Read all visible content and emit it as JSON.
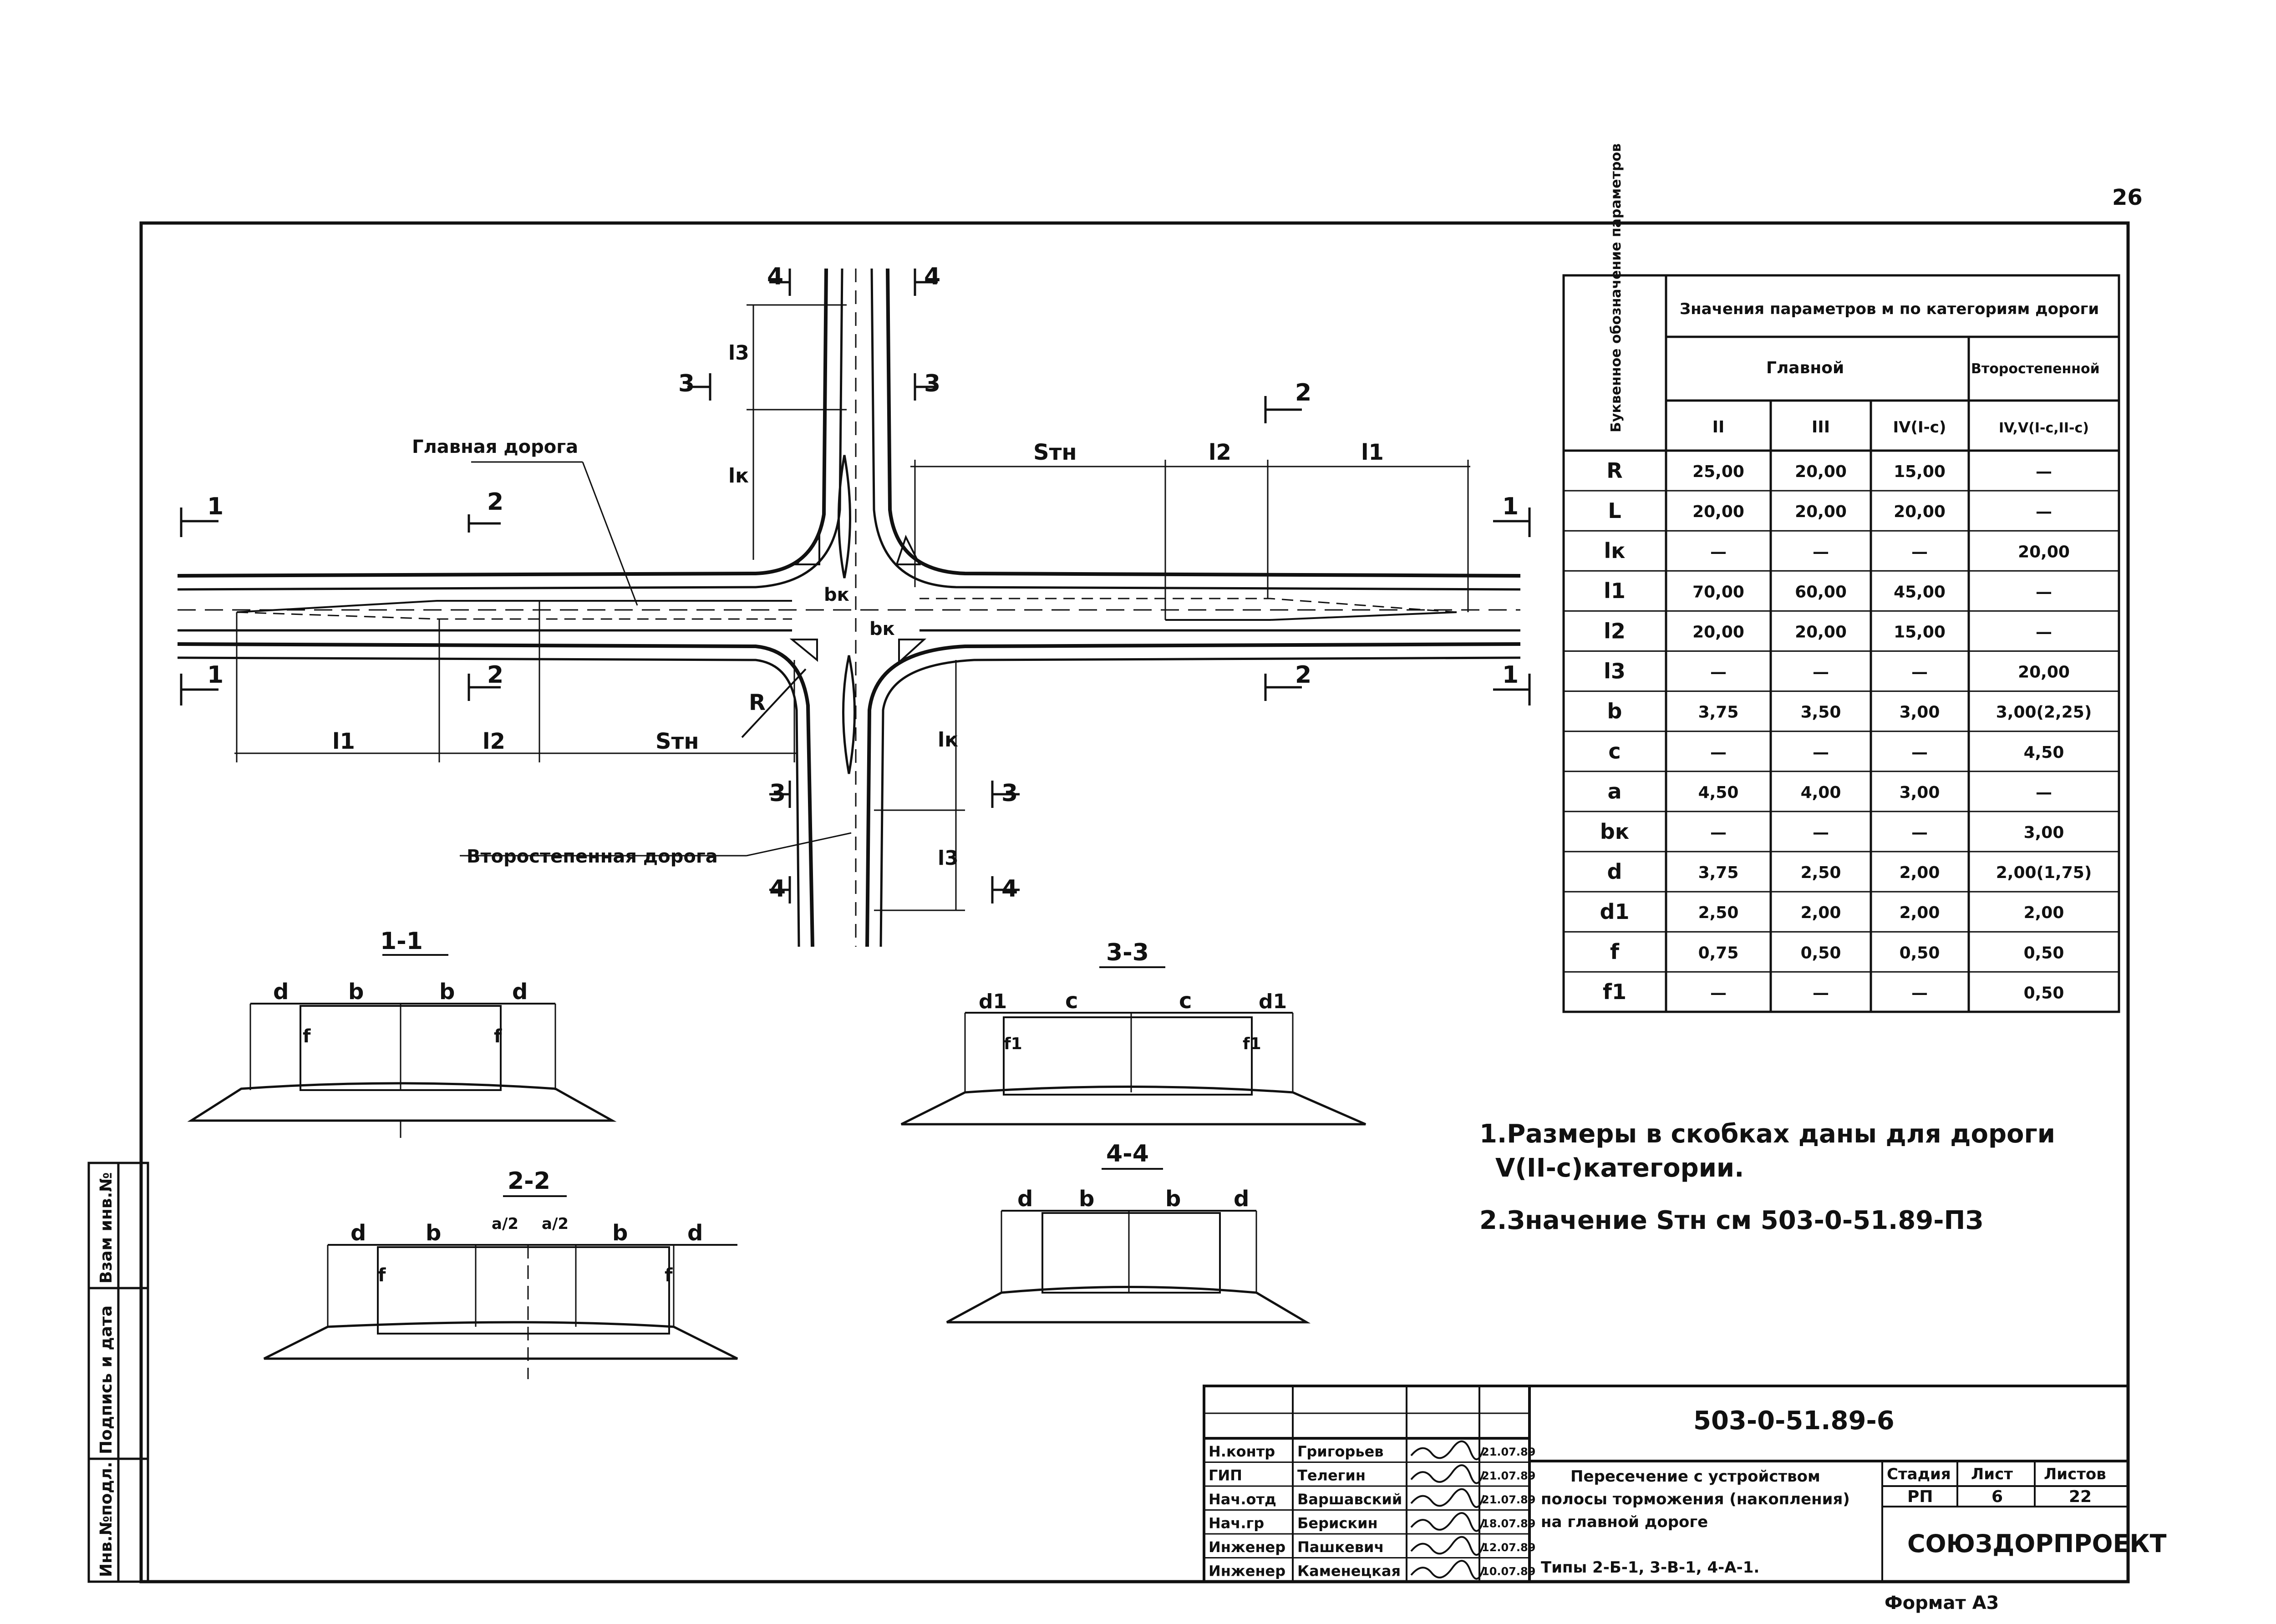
{
  "page_number": "26",
  "plan": {
    "main_road_label": "Главная дорога",
    "secondary_road_label": "Второстепенная дорога",
    "dims": {
      "l1": "l1",
      "l2": "l2",
      "stn": "Sтн",
      "lk": "lк",
      "l3": "l3",
      "bk": "bк",
      "r": "R"
    },
    "section_marks": {
      "s1": "1",
      "s2": "2",
      "s3": "3",
      "s4": "4"
    }
  },
  "table": {
    "col0_header": "Буквенное обозначение параметров",
    "group_header": "Значения параметров м по категориям дороги",
    "main_header": "Главной",
    "secondary_header": "Второстепенной",
    "cat_headers": [
      "II",
      "III",
      "IV(I-с)",
      "IV,V(I-с,II-с)"
    ],
    "rows": [
      {
        "param": "R",
        "v": [
          "25,00",
          "20,00",
          "15,00",
          "—"
        ]
      },
      {
        "param": "L",
        "v": [
          "20,00",
          "20,00",
          "20,00",
          "—"
        ]
      },
      {
        "param": "lк",
        "v": [
          "—",
          "—",
          "—",
          "20,00"
        ]
      },
      {
        "param": "l1",
        "v": [
          "70,00",
          "60,00",
          "45,00",
          "—"
        ]
      },
      {
        "param": "l2",
        "v": [
          "20,00",
          "20,00",
          "15,00",
          "—"
        ]
      },
      {
        "param": "l3",
        "v": [
          "—",
          "—",
          "—",
          "20,00"
        ]
      },
      {
        "param": "b",
        "v": [
          "3,75",
          "3,50",
          "3,00",
          "3,00(2,25)"
        ]
      },
      {
        "param": "c",
        "v": [
          "—",
          "—",
          "—",
          "4,50"
        ]
      },
      {
        "param": "a",
        "v": [
          "4,50",
          "4,00",
          "3,00",
          "—"
        ]
      },
      {
        "param": "bк",
        "v": [
          "—",
          "—",
          "—",
          "3,00"
        ]
      },
      {
        "param": "d",
        "v": [
          "3,75",
          "2,50",
          "2,00",
          "2,00(1,75)"
        ]
      },
      {
        "param": "d1",
        "v": [
          "2,50",
          "2,00",
          "2,00",
          "2,00"
        ]
      },
      {
        "param": "f",
        "v": [
          "0,75",
          "0,50",
          "0,50",
          "0,50"
        ]
      },
      {
        "param": "f1",
        "v": [
          "—",
          "—",
          "—",
          "0,50"
        ]
      }
    ]
  },
  "notes": [
    "1.Размеры в скобках даны для дороги",
    "V(II-с)категории.",
    "2.Значение Sтн  см 503-0-51.89-ПЗ"
  ],
  "sections": {
    "s11": {
      "title": "1-1",
      "labels": [
        "d",
        "b",
        "b",
        "d",
        "f",
        "f"
      ]
    },
    "s22": {
      "title": "2-2",
      "labels": [
        "d",
        "b",
        "a/2",
        "a/2",
        "b",
        "d",
        "f",
        "f"
      ]
    },
    "s33": {
      "title": "3-3",
      "labels": [
        "d1",
        "c",
        "c",
        "d1",
        "f1",
        "f1"
      ]
    },
    "s44": {
      "title": "4-4",
      "labels": [
        "d",
        "b",
        "b",
        "d"
      ]
    }
  },
  "side_stamp": [
    "Инв.№подл.",
    "Подпись и дата",
    "Взам инв.№"
  ],
  "title_block": {
    "code": "503-0-51.89-6",
    "title_lines": [
      "Пересечение с устройством",
      "полосы торможения (накопления)",
      "на главной дороге",
      "Типы 2-Б-1, 3-В-1, 4-А-1."
    ],
    "stage_header": [
      "Стадия",
      "Лист",
      "Листов"
    ],
    "stage_values": [
      "РП",
      "6",
      "22"
    ],
    "org": "СОЮЗДОРПРОЕКТ",
    "staff": [
      {
        "role": "Н.контр",
        "name": "Григорьев",
        "date": "21.07.89"
      },
      {
        "role": "ГИП",
        "name": "Телегин",
        "date": "21.07.89"
      },
      {
        "role": "Нач.отд",
        "name": "Варшавский",
        "date": "21.07.89"
      },
      {
        "role": "Нач.гр",
        "name": "Берискин",
        "date": "18.07.89"
      },
      {
        "role": "Инженер",
        "name": "Пашкевич",
        "date": "12.07.89"
      },
      {
        "role": "Инженер",
        "name": "Каменецкая",
        "date": "10.07.89"
      }
    ],
    "format": "Формат А3"
  }
}
